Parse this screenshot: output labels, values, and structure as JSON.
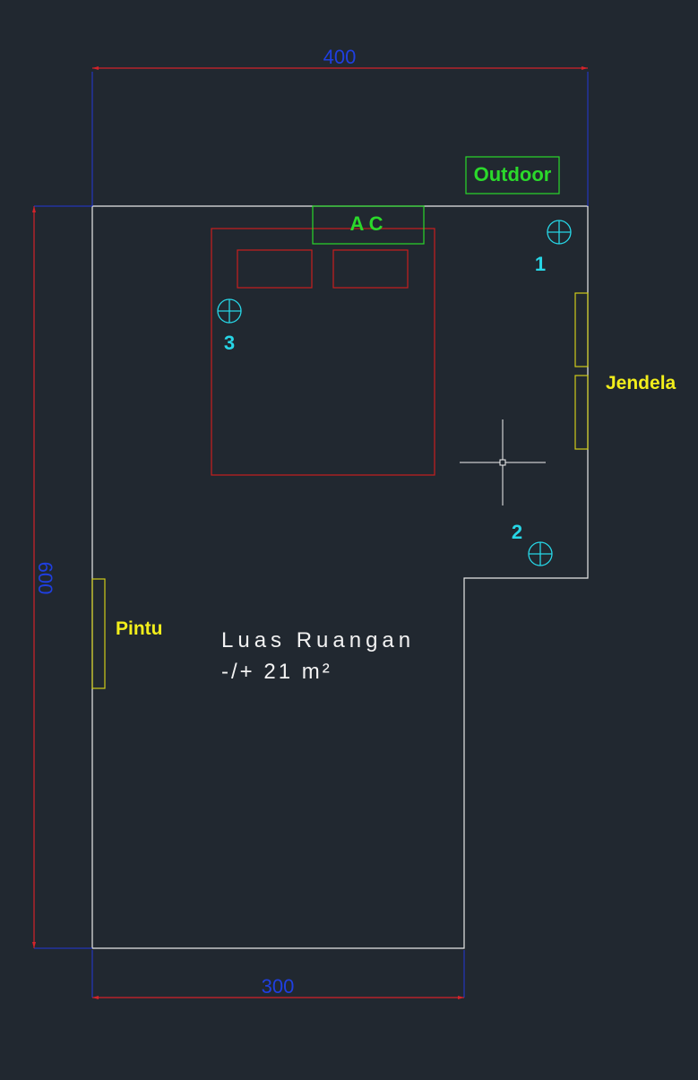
{
  "dimensions": {
    "top": "400",
    "left": "600",
    "bottom": "300"
  },
  "labels": {
    "outdoor": "Outdoor",
    "ac": "A C",
    "window": "Jendela",
    "door": "Pintu",
    "area_title": "Luas Ruangan",
    "area_value": "-/+ 21 m²"
  },
  "lamps": [
    {
      "number": "1"
    },
    {
      "number": "2"
    },
    {
      "number": "3"
    }
  ],
  "colors": {
    "background": "#212830",
    "wall": "#e8e8e8",
    "dimension_line": "#d4232a",
    "dimension_text": "#1f3fe0",
    "green": "#2bd92b",
    "yellow": "#f2ee1b",
    "cyan": "#27d6e6",
    "furniture": "#c81e1e"
  }
}
